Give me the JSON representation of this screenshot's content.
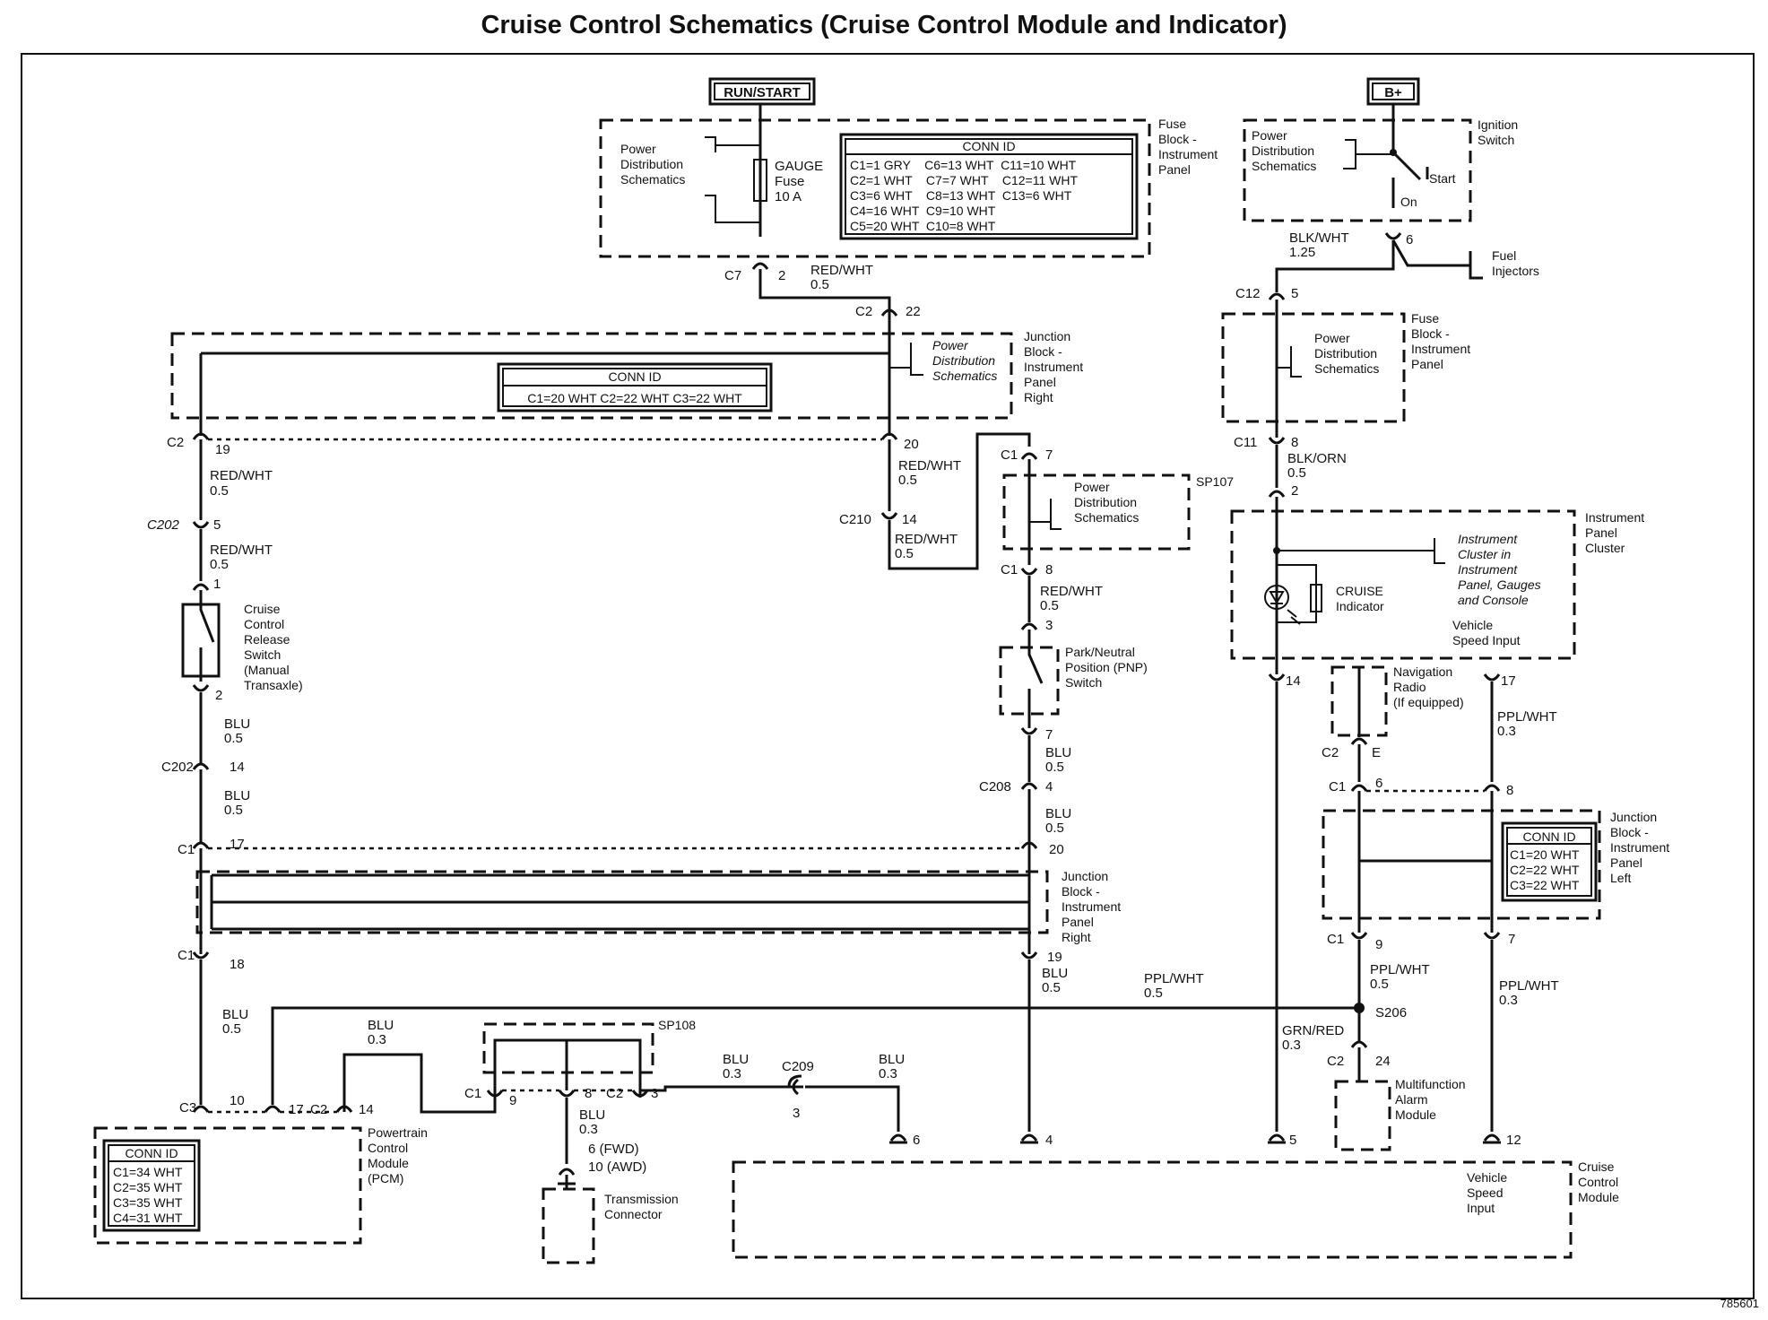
{
  "title": "Cruise Control Schematics (Cruise Control Module and Indicator)",
  "figure_id": "785601",
  "sources": {
    "run_start": "RUN/START",
    "b_plus": "B+"
  },
  "fuse_block_top": {
    "pds": [
      "Power",
      "Distribution",
      "Schematics"
    ],
    "fuse": [
      "GAUGE",
      "Fuse",
      "10 A"
    ],
    "title": [
      "Fuse",
      "Block -",
      "Instrument",
      "Panel"
    ],
    "conn_header": "CONN ID",
    "conn_rows": [
      "C1=1 GRY    C6=13 WHT  C11=10 WHT",
      "C2=1 WHT    C7=7 WHT    C12=11 WHT",
      "C3=6 WHT    C8=13 WHT  C13=6 WHT",
      "C4=16 WHT  C9=10 WHT",
      "C5=20 WHT  C10=8 WHT"
    ]
  },
  "ignition": {
    "pds": [
      "Power",
      "Distribution",
      "Schematics"
    ],
    "title": [
      "Ignition",
      "Switch"
    ],
    "start": "Start",
    "on": "On",
    "wire": [
      "BLK/WHT",
      "1.25"
    ],
    "pin": "6",
    "fuel": [
      "Fuel",
      "Injectors"
    ]
  },
  "jb_right_top": {
    "pds": [
      "Power",
      "Distribution",
      "Schematics"
    ],
    "title": [
      "Junction",
      "Block -",
      "Instrument",
      "Panel",
      "Right"
    ],
    "conn_header": "CONN ID",
    "conn_row": "C1=20 WHT  C2=22 WHT  C3=22 WHT"
  },
  "fuse_block_right": {
    "pds": [
      "Power",
      "Distribution",
      "Schematics"
    ],
    "title": [
      "Fuse",
      "Block -",
      "Instrument",
      "Panel"
    ]
  },
  "sp107": {
    "label": "SP107",
    "pds": [
      "Power",
      "Distribution",
      "Schematics"
    ]
  },
  "pnp": [
    "Park/Neutral",
    "Position (PNP)",
    "Switch"
  ],
  "release_switch": [
    "Cruise",
    "Control",
    "Release",
    "Switch",
    "(Manual",
    "Transaxle)"
  ],
  "instrument_panel": {
    "title": [
      "Instrument",
      "Panel",
      "Cluster"
    ],
    "cluster": [
      "Instrument",
      "Cluster in",
      "Instrument",
      "Panel, Gauges",
      "and Console"
    ],
    "indicator": [
      "CRUISE",
      "Indicator"
    ],
    "vsi": [
      "Vehicle",
      "Speed Input"
    ]
  },
  "nav_radio": [
    "Navigation",
    "Radio",
    "(If equipped)"
  ],
  "jb_right_mid": [
    "Junction",
    "Block -",
    "Instrument",
    "Panel",
    "Right"
  ],
  "jb_left": {
    "title": [
      "Junction",
      "Block -",
      "Instrument",
      "Panel",
      "Left"
    ],
    "conn_header": "CONN ID",
    "conn_rows": [
      "C1=20 WHT",
      "C2=22 WHT",
      "C3=22 WHT"
    ]
  },
  "s206": "S206",
  "sp108": "SP108",
  "mfam": [
    "Multifunction",
    "Alarm",
    "Module"
  ],
  "pcm": {
    "title": [
      "Powertrain",
      "Control",
      "Module",
      "(PCM)"
    ],
    "conn_header": "CONN ID",
    "conn_rows": [
      "C1=34 WHT",
      "C2=35 WHT",
      "C3=35 WHT",
      "C4=31 WHT"
    ]
  },
  "transmission": [
    "Transmission",
    "Connector"
  ],
  "trans_pins": [
    "6 (FWD)",
    "10 (AWD)"
  ],
  "ccm": {
    "title": [
      "Cruise",
      "Control",
      "Module"
    ],
    "vsi": [
      "Vehicle",
      "Speed",
      "Input"
    ]
  },
  "wires": {
    "redwht": "RED/WHT",
    "blu": "BLU",
    "blkorn": "BLK/ORN",
    "pplwht": "PPL/WHT",
    "grnred": "GRN/RED",
    "g05": "0.5",
    "g03": "0.3"
  },
  "connectors": {
    "c1": "C1",
    "c2": "C2",
    "c3": "C3",
    "c7": "C7",
    "c11": "C11",
    "c12": "C12",
    "c202": "C202",
    "c208": "C208",
    "c209": "C209",
    "c210": "C210"
  },
  "pins": {
    "p1": "1",
    "p2": "2",
    "p3": "3",
    "p4": "4",
    "p5": "5",
    "p6": "6",
    "p7": "7",
    "p8": "8",
    "p9": "9",
    "p10": "10",
    "p12": "12",
    "p14": "14",
    "p17": "17",
    "p18": "18",
    "p19": "19",
    "p20": "20",
    "p22": "22",
    "p24": "24",
    "pE": "E"
  }
}
